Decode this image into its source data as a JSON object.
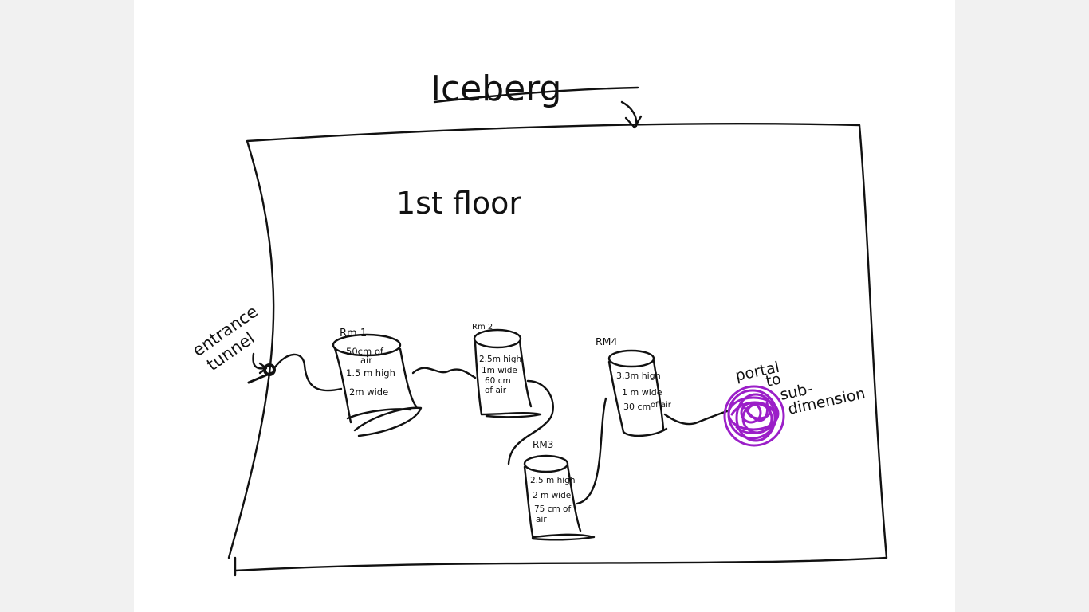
{
  "title": "Iceberg",
  "floor_label": "1st floor",
  "entrance": [
    "entrance",
    "tunnel"
  ],
  "rooms": [
    {
      "id": "rm1",
      "name": "Rm 1",
      "lines": [
        "50cm of",
        "air",
        "1.5 m high",
        "2m wide"
      ]
    },
    {
      "id": "rm2",
      "name": "Rm 2",
      "lines": [
        "2.5m high",
        "1m wide",
        "60 cm",
        "of air"
      ]
    },
    {
      "id": "rm3",
      "name": "RM3",
      "lines": [
        "2.5 m high",
        "2 m wide",
        "75 cm of",
        "air"
      ]
    },
    {
      "id": "rm4",
      "name": "RM4",
      "lines": [
        "3.3m high",
        "1 m wide",
        "30 cm",
        "of air"
      ]
    }
  ],
  "portal": [
    "portal",
    "to",
    "sub-",
    "dimension"
  ],
  "colors": {
    "ink": "#111111",
    "portal": "#9b1fc8",
    "page": "#ffffff",
    "background": "#f1f1f1"
  }
}
